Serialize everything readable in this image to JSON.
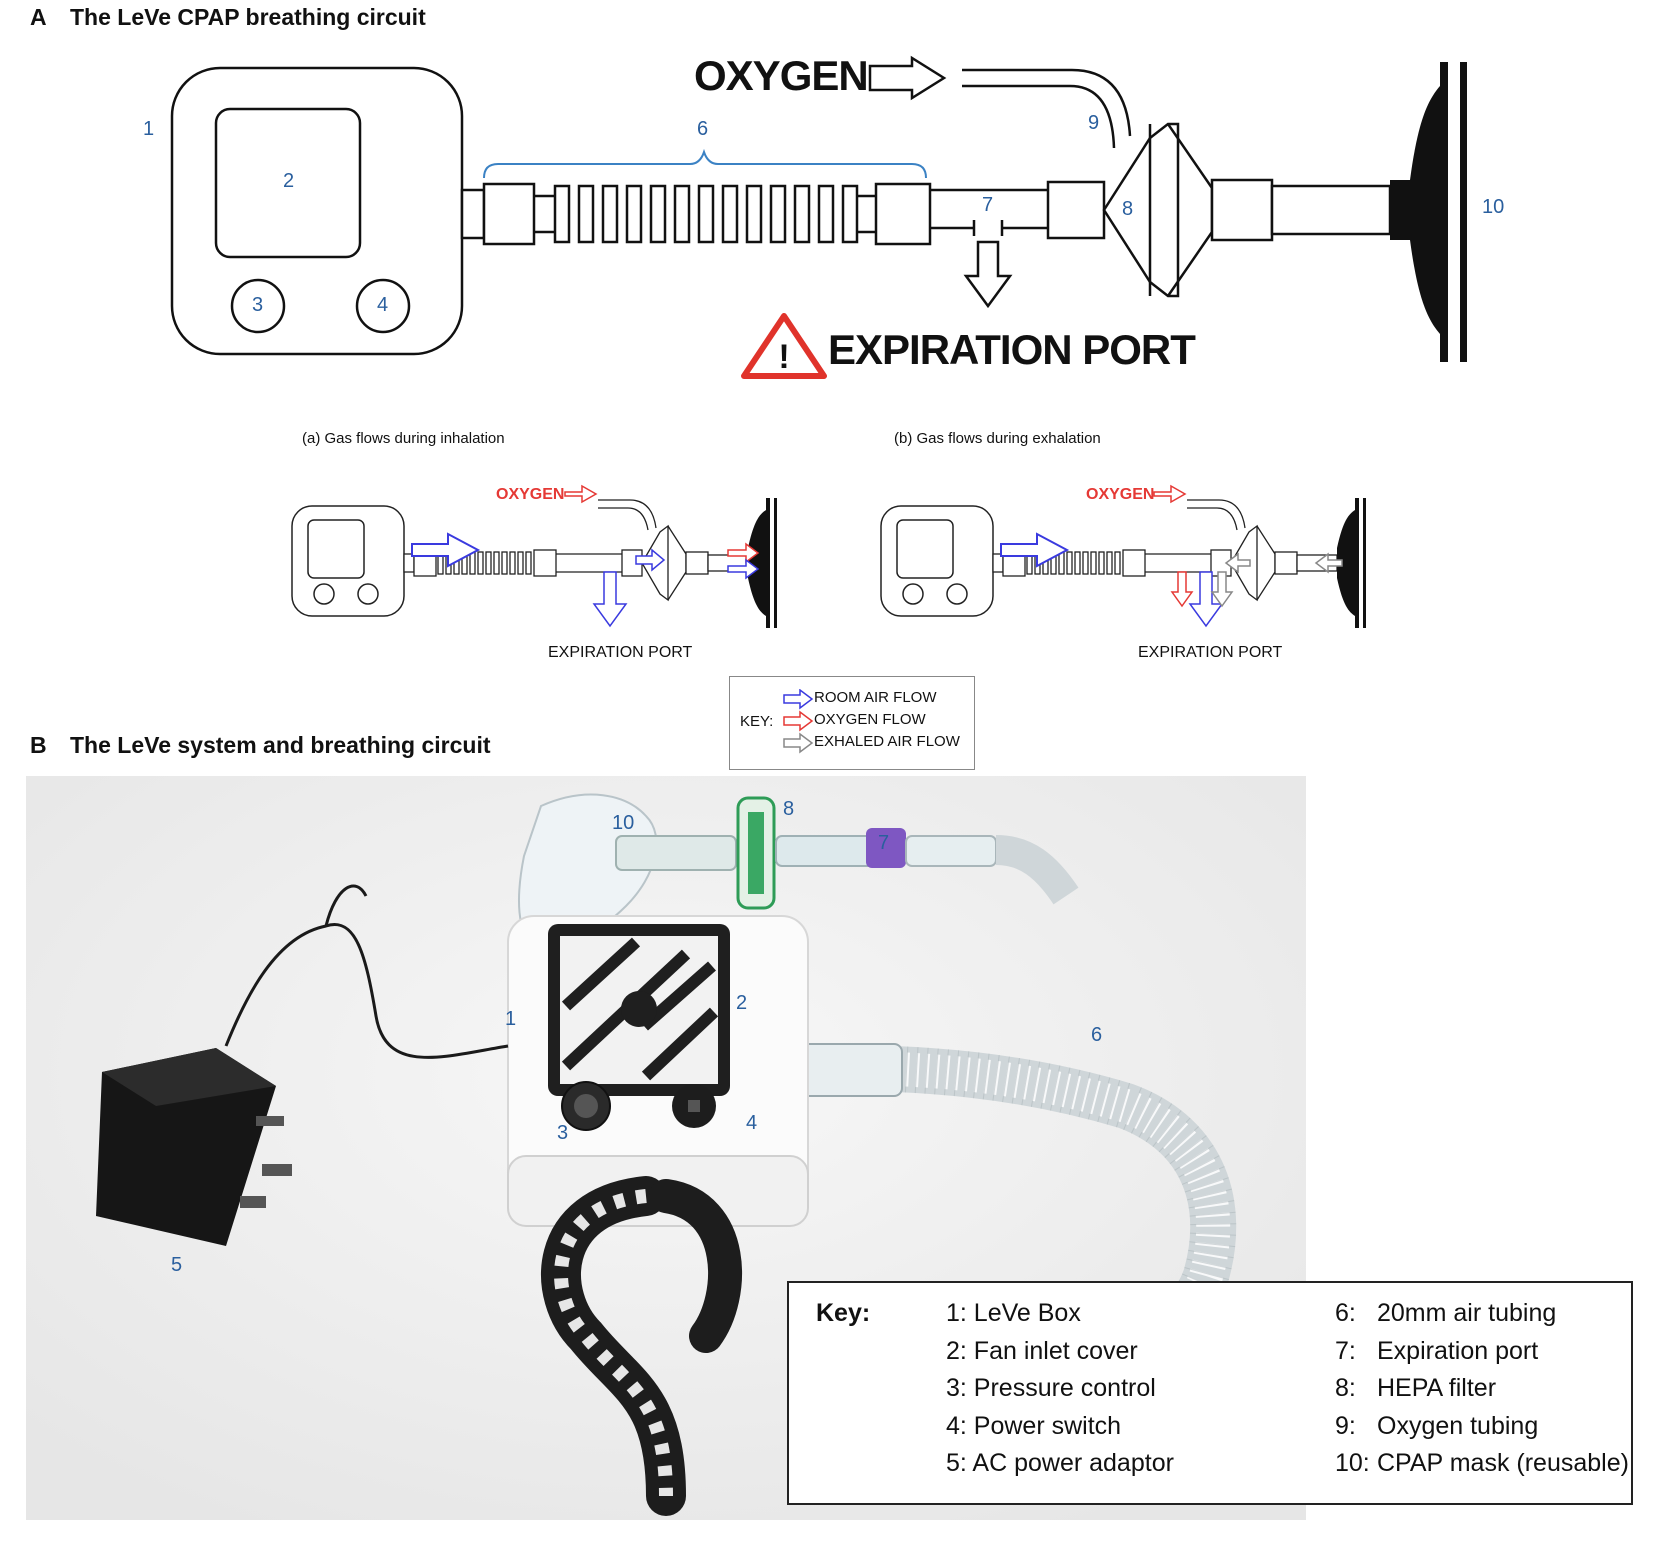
{
  "panel_a": {
    "letter": "A",
    "title": "The LeVe CPAP breathing circuit",
    "labels": [
      "1",
      "2",
      "3",
      "4",
      "6",
      "7",
      "8",
      "9",
      "10"
    ],
    "oxygen": "OXYGEN",
    "expiration_port": "EXPIRATION PORT",
    "sub_a_title": "(a) Gas flows during inhalation",
    "sub_b_title": "(b) Gas flows during exhalation",
    "sub_oxygen": "OXYGEN",
    "sub_expiration": "EXPIRATION PORT",
    "legend": {
      "key_label": "KEY:",
      "room_air": "ROOM AIR FLOW",
      "oxygen_flow": "OXYGEN FLOW",
      "exhaled": "EXHALED AIR FLOW"
    },
    "colors": {
      "room_air": "#3a3adf",
      "oxygen": "#e53935",
      "exhaled": "#888888",
      "labels": "#2a5f9e"
    }
  },
  "panel_b": {
    "letter": "B",
    "title": "The LeVe system and breathing circuit",
    "photo_labels": [
      "10",
      "8",
      "7",
      "2",
      "1",
      "6",
      "3",
      "4",
      "5"
    ],
    "key": {
      "title": "Key:",
      "left": [
        "1: LeVe Box",
        "2: Fan inlet cover",
        "3: Pressure control",
        "4: Power switch",
        "5: AC power adaptor"
      ],
      "right_num": [
        "6:",
        "7:",
        "8:",
        "9:",
        "10:"
      ],
      "right_text": [
        "20mm air tubing",
        "Expiration port",
        "HEPA filter",
        "Oxygen tubing",
        "CPAP mask (reusable)"
      ]
    }
  }
}
